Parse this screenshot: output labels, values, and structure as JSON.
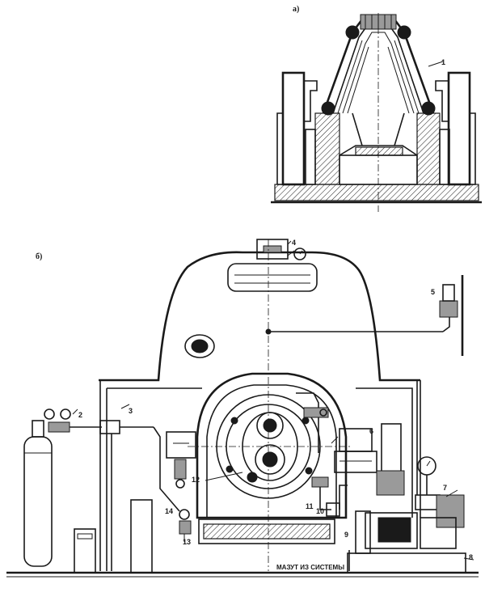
{
  "panels": {
    "a": "а)",
    "b": "б)"
  },
  "labels": [
    "1",
    "2",
    "3",
    "4",
    "5",
    "6",
    "7",
    "8",
    "9",
    "10",
    "11",
    "12",
    "13",
    "14"
  ],
  "caption": "МАЗУТ ИЗ СИСТЕМЫ",
  "colors": {
    "ink": "#1a1a1a",
    "paper": "#ffffff"
  }
}
